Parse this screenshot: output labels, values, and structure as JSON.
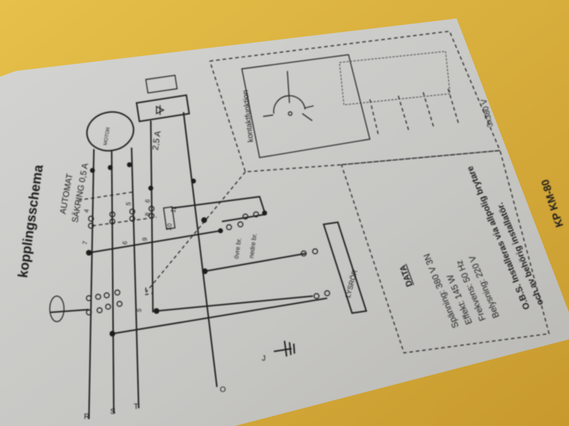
{
  "colors": {
    "background": "#d9b23a",
    "plate": "#c9c9c6",
    "ink": "#1c1c1c"
  },
  "schematic": {
    "title": "kopplingsschema",
    "automat": "AUTOMAT",
    "sakring": "SÄKRING 0,5 A",
    "motor": "MOTOR",
    "fuse": "2,5 A",
    "terminals": {
      "t4": "4",
      "t5": "5",
      "t6": "6",
      "t7": "7",
      "t8": "8",
      "t9": "9",
      "t10": "10",
      "t11": "11",
      "s6": "6",
      "s5": "5"
    },
    "upper_switch": "övre br.",
    "lower_switch": "nedre br.",
    "lamp": "LYSRÖR",
    "phases": {
      "r": "R",
      "s": "S",
      "t": "T",
      "o": "O",
      "j": "J"
    }
  },
  "contact_function": {
    "title": "kontaktfunktion"
  },
  "voltage": "3x380 V",
  "data_block": {
    "heading": "DATA",
    "lines": [
      "Spänning: 380 V 3N",
      "Effekt: 145 W",
      "Frekvens: 50 Hz",
      "Belysning: 220 V"
    ],
    "note_1": "O.B.S. Installeras via allpolig brytare",
    "note_2": "och av behörig installatör."
  },
  "model": "KP KM-80"
}
